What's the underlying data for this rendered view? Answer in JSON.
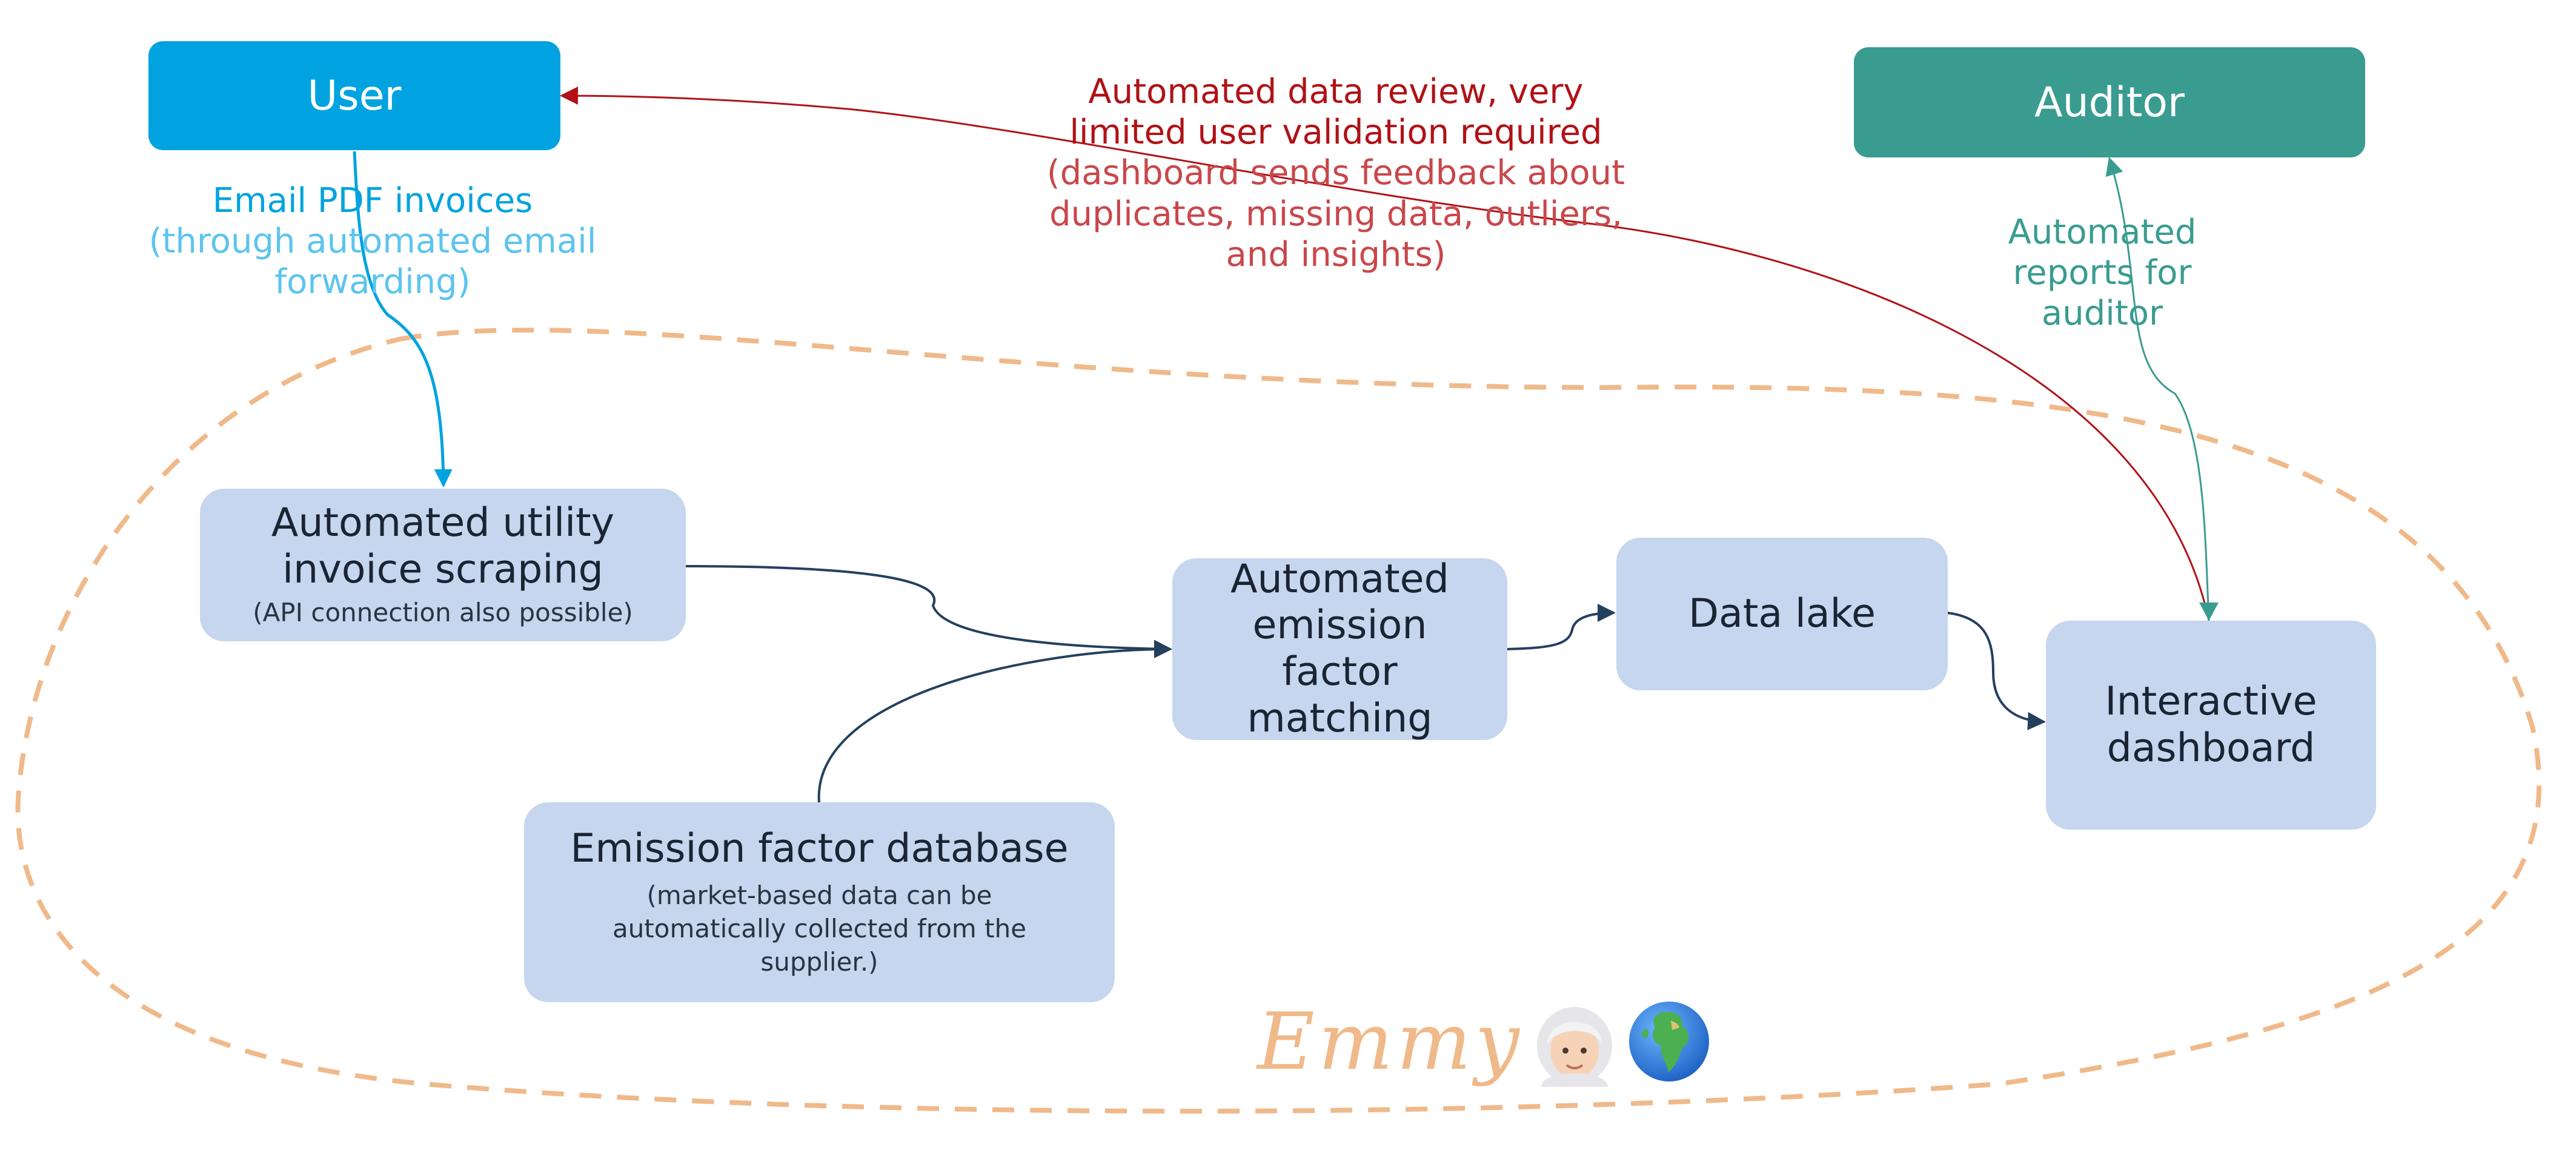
{
  "colors": {
    "user": "#00a3e0",
    "auditor": "#3a9c90",
    "box_fill": "#c5d6ee",
    "flow_arrow": "#24405f",
    "feedback": "#b01217",
    "boundary": "#f0b98a"
  },
  "actors": {
    "user": "User",
    "auditor": "Auditor"
  },
  "nodes": {
    "scraping": {
      "title": "Automated utility invoice scraping",
      "note": "(API connection also possible)"
    },
    "ef_database": {
      "title": "Emission factor database",
      "note": "(market-based data can be automatically collected from the supplier.)"
    },
    "ef_matching": {
      "title": "Automated emission factor matching"
    },
    "data_lake": {
      "title": "Data lake"
    },
    "dashboard": {
      "title": "Interactive dashboard"
    }
  },
  "edge_labels": {
    "email": {
      "strong": "Email PDF invoices",
      "light": "(through automated email forwarding)"
    },
    "feedback": {
      "strong": "Automated data review, very limited user validation required",
      "light": "(dashboard sends feedback about duplicates, missing data, outliers, and insights)"
    },
    "auditor_reports": "Automated reports for auditor"
  },
  "boundary": {
    "name": "Emmy",
    "icons": [
      "woman-white-hair-icon",
      "globe-europe-africa-icon"
    ]
  }
}
